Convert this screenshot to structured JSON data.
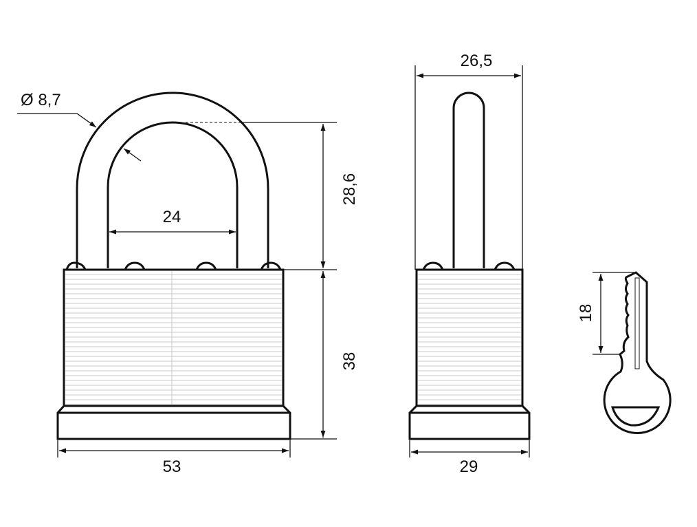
{
  "drawing": {
    "front_view": {
      "shackle_diameter": "Ø 8,7",
      "shackle_inner_width": "24",
      "shackle_clearance": "28,6",
      "body_height": "38",
      "body_width": "53"
    },
    "side_view": {
      "shackle_width": "26,5",
      "body_depth": "29"
    },
    "key": {
      "blade_length": "18"
    },
    "colors": {
      "line": "#111111",
      "stripe": "#c8c8c8",
      "background": "#ffffff"
    }
  }
}
